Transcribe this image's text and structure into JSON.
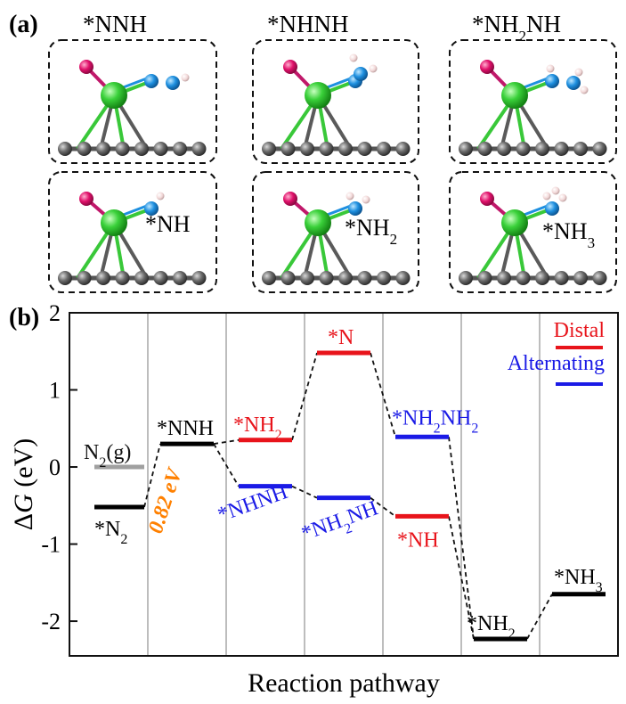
{
  "panel_a": {
    "label": "(a)",
    "titles": [
      "*NNH",
      "*NHNH",
      "*NH",
      "NH"
    ],
    "title_sub": "2",
    "box_labels": [
      "*NH",
      "*NH",
      "2",
      "*NH",
      "3"
    ]
  },
  "panel_b": {
    "label": "(b)"
  },
  "colors": {
    "distal": "#e8141b",
    "alternating": "#1a1ae6",
    "common": "#000000",
    "initial": "#a0a0a0",
    "barrier": "#ff8000",
    "grid": "#bdbdbd"
  },
  "chart_data": {
    "type": "line",
    "xlabel": "Reaction pathway",
    "ylabel_prefix": "Δ",
    "ylabel_var": "G",
    "ylabel_unit": " (eV)",
    "ylim": [
      -2.45,
      2.0
    ],
    "yticks": [
      2,
      1,
      0,
      -1,
      -2
    ],
    "yticklabels": [
      "2",
      "1",
      "0",
      "-1",
      "-2"
    ],
    "grid_vertical": true,
    "legend_position": "top-right",
    "legend": [
      {
        "name": "Distal",
        "color": "#e8141b"
      },
      {
        "name": "Alternating",
        "color": "#1a1ae6"
      }
    ],
    "barrier_annotation": "0.82 eV",
    "levels": [
      {
        "step": 0,
        "label": "N",
        "sub": "2",
        "suffix": "(g)",
        "y": 0.0,
        "series": "initial"
      },
      {
        "step": 0,
        "label": "*N",
        "sub": "2",
        "suffix": "",
        "y": -0.52,
        "series": "common"
      },
      {
        "step": 1,
        "label": "*NNH",
        "sub": "",
        "suffix": "",
        "y": 0.3,
        "series": "common"
      },
      {
        "step": 2,
        "label": "*NH",
        "sub": "2",
        "suffix": "",
        "y": 0.35,
        "series": "distal"
      },
      {
        "step": 2,
        "label": "*NHNH",
        "sub": "",
        "suffix": "",
        "y": -0.25,
        "series": "alternating"
      },
      {
        "step": 3,
        "label": "*N",
        "sub": "",
        "suffix": "",
        "y": 1.48,
        "series": "distal"
      },
      {
        "step": 3,
        "label": "*NH",
        "sub": "2",
        "suffix": "NH",
        "y": -0.4,
        "series": "alternating"
      },
      {
        "step": 4,
        "label": "*NH",
        "sub": "2",
        "suffix": "NH",
        "y": 0.39,
        "series": "alternating"
      },
      {
        "step": 4,
        "label": "*NH",
        "sub": "",
        "suffix": "",
        "y": -0.64,
        "series": "distal"
      },
      {
        "step": 5,
        "label": "*NH",
        "sub": "2",
        "suffix": "",
        "y": -2.23,
        "series": "common"
      },
      {
        "step": 6,
        "label": "*NH",
        "sub": "3",
        "suffix": "",
        "y": -1.65,
        "series": "common"
      }
    ],
    "sublabel_extra": {
      "alt_step4_sub2": "2"
    }
  }
}
